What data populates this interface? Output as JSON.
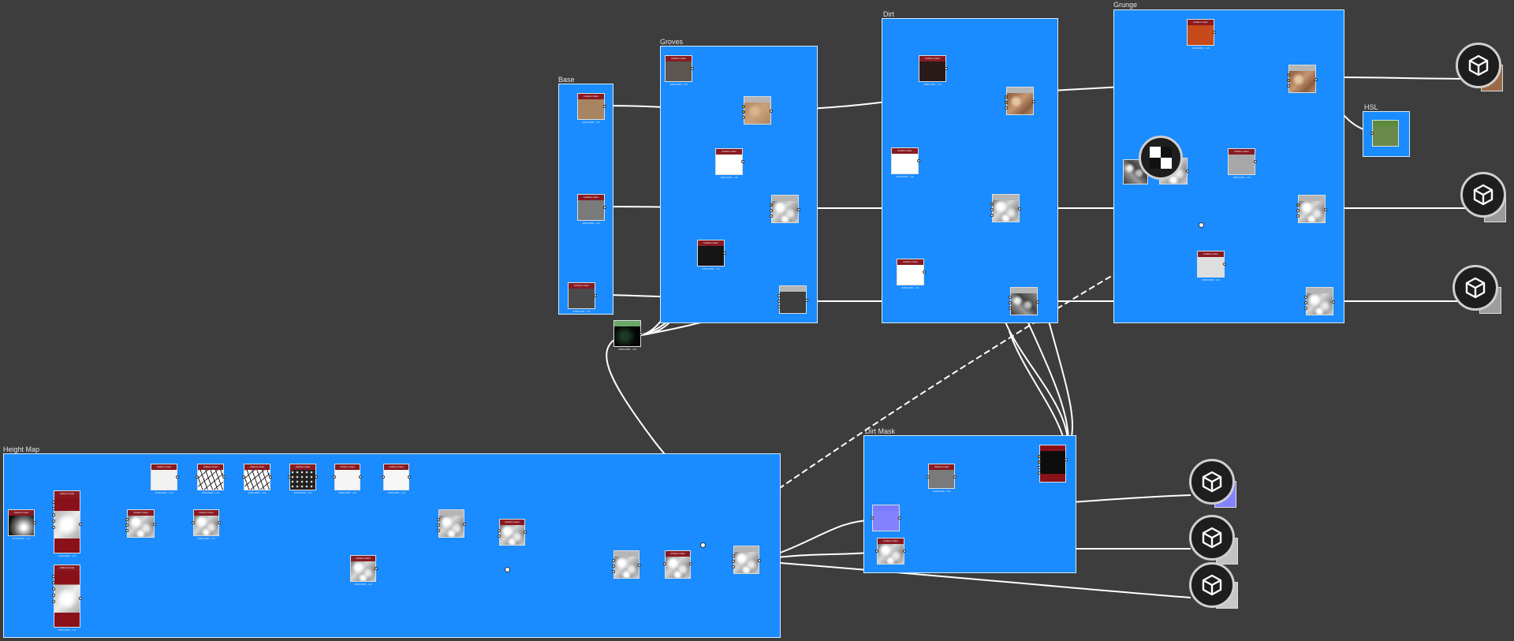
{
  "frames": {
    "base": "Base",
    "groves": "Groves",
    "dirt": "Dirt",
    "grunge": "Grunge",
    "hsl": "HSL",
    "height_map": "Height Map",
    "dirt_mask": "Dirt Mask"
  },
  "node_header": "Uniform Color",
  "node_size": "4096x4096 - L16",
  "colors": {
    "frame": "#1a8cff",
    "canvas": "#3d3d3d",
    "node_header": "#8a1a22",
    "wire": "#ffffff",
    "port_gold": "#f3b838"
  },
  "icons": {
    "output": "cube-icon",
    "bitmap_input": "checker-icon"
  }
}
